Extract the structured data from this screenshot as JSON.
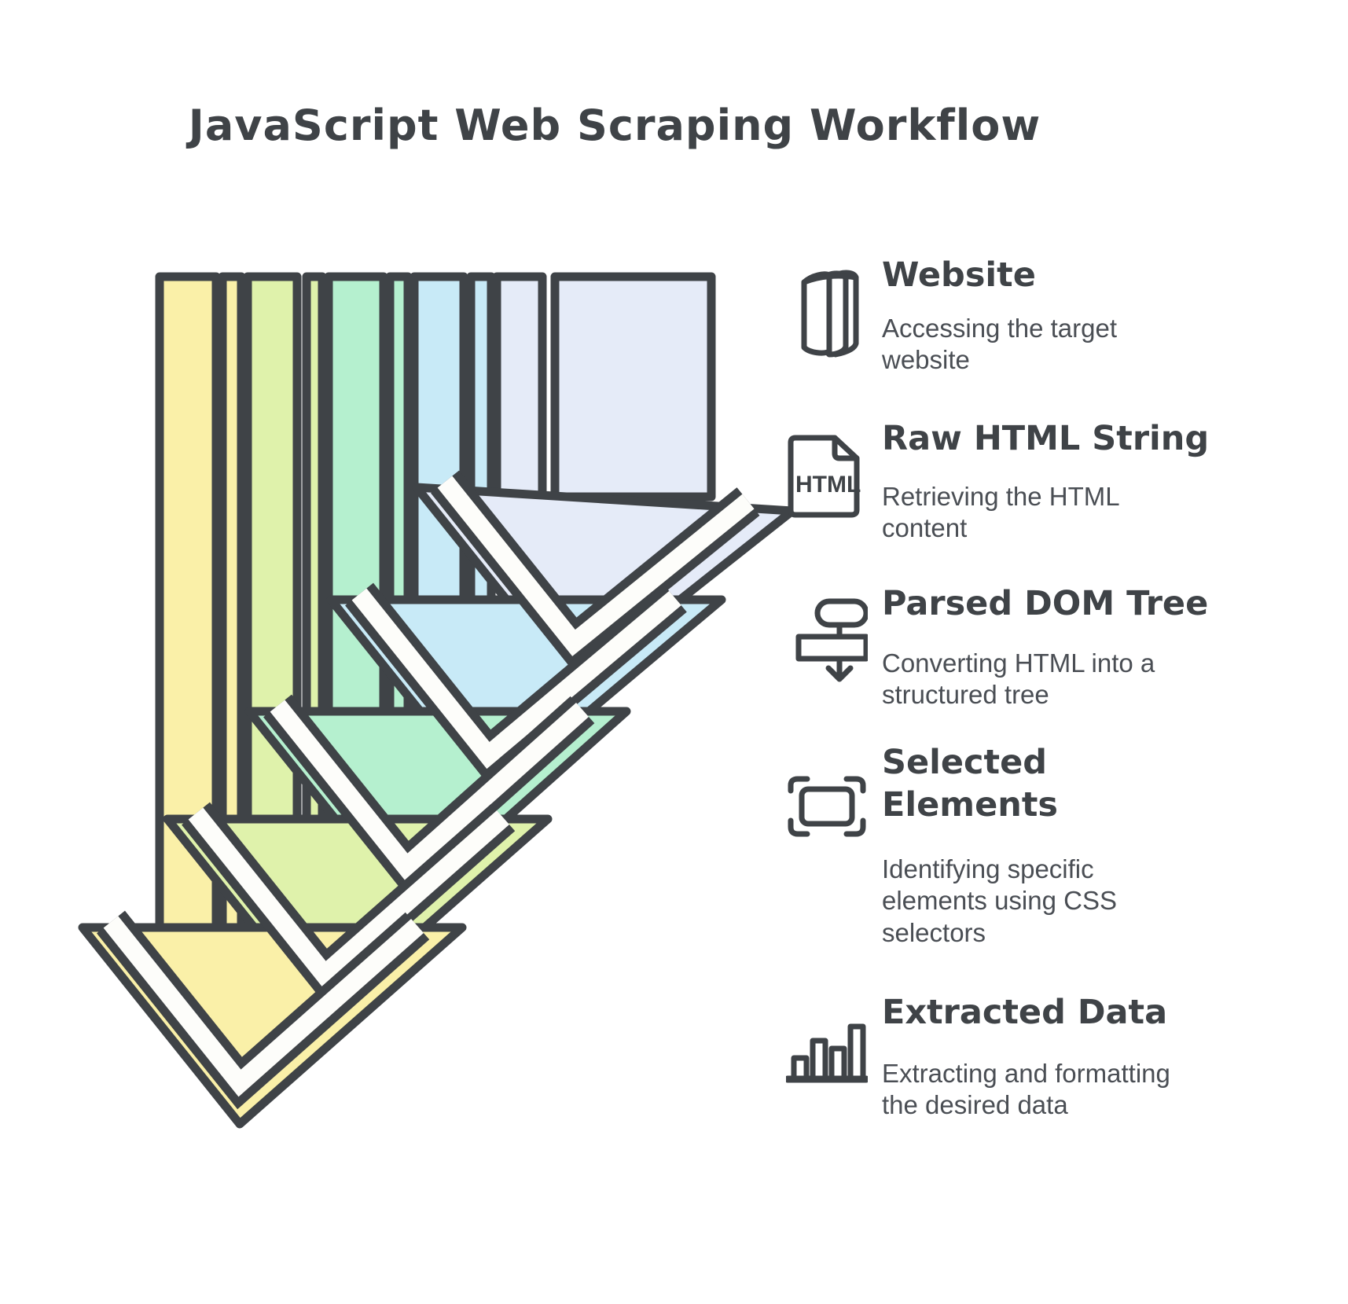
{
  "title": "JavaScript Web Scraping Workflow",
  "steps": [
    {
      "label": "Website",
      "description": "Accessing the target website",
      "icon": "book-icon"
    },
    {
      "label": "Raw HTML String",
      "description": "Retrieving the HTML content",
      "icon": "html-file-icon",
      "icon_text": "HTML"
    },
    {
      "label": "Parsed DOM Tree",
      "description": "Converting HTML into a structured tree",
      "icon": "dom-tree-icon"
    },
    {
      "label": "Selected\nElements",
      "description": "Identifying specific elements using CSS selectors",
      "icon": "selection-frame-icon"
    },
    {
      "label": "Extracted Data",
      "description": "Extracting and formatting the desired data",
      "icon": "bar-chart-icon"
    }
  ],
  "arrow_graphic": {
    "colors": [
      "#faf0a8",
      "#dff2ab",
      "#b5f0cf",
      "#c8eaf7",
      "#e5ebf8"
    ]
  },
  "colors": {
    "ink": "#3f4347",
    "heading_text": "#3f4347",
    "body_text": "#4a4e54",
    "background": "#ffffff"
  }
}
